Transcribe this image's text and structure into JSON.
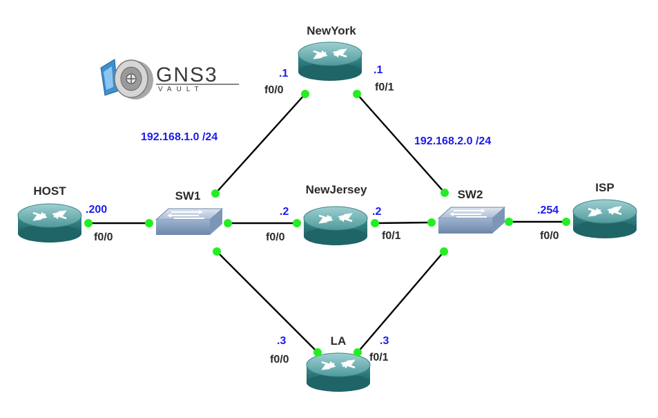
{
  "logo": {
    "brand": "GNS3",
    "sub": "VAULT"
  },
  "nodes": {
    "newyork": "NewYork",
    "newjersey": "NewJersey",
    "la": "LA",
    "host": "HOST",
    "isp": "ISP",
    "sw1": "SW1",
    "sw2": "SW2"
  },
  "networks": {
    "net1": "192.168.1.0 /24",
    "net2": "192.168.2.0 /24"
  },
  "interfaces": {
    "ny_f00": "f0/0",
    "ny_f01": "f0/1",
    "nj_f00": "f0/0",
    "nj_f01": "f0/1",
    "la_f00": "f0/0",
    "la_f01": "f0/1",
    "host_f00": "f0/0",
    "isp_f00": "f0/0"
  },
  "ips": {
    "ny_left": ".1",
    "ny_right": ".1",
    "nj_left": ".2",
    "nj_right": ".2",
    "la_left": ".3",
    "la_right": ".3",
    "host": ".200",
    "isp": ".254"
  },
  "colors": {
    "router_body": "#2f8a8c",
    "router_top": "#6fb3b5",
    "switch_body": "#8fa8c8",
    "port": "#22ee22",
    "ip_text": "#1a1aee"
  }
}
